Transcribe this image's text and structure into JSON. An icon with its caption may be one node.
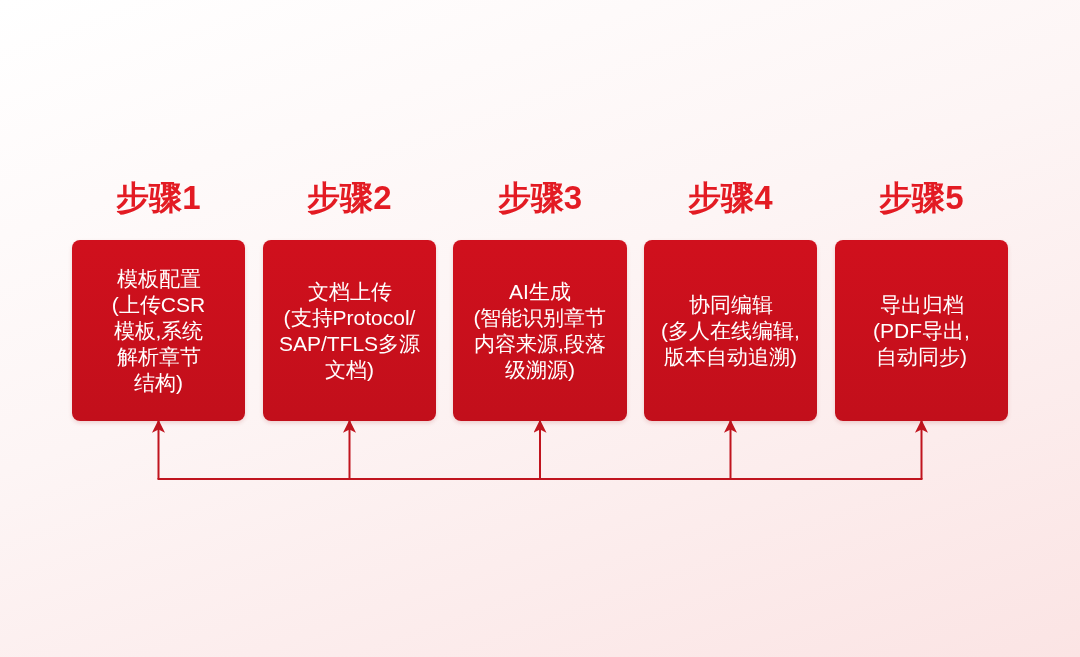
{
  "diagram": {
    "nodes": [
      {
        "text": [
          "步骤1",
          "模板配置",
          "(上传CSR模板,系统解析章节结构)"
        ]
      },
      {
        "text": [
          "步骤2",
          "文档上传",
          "(支持Protocol/SAP/TFLS多源文档)"
        ]
      },
      {
        "text": [
          "步骤3",
          "AI生成",
          "(智能识别章节内容来源,段落级溯源)"
        ]
      },
      {
        "text": [
          "步骤4",
          "协同编辑",
          "(多人在线编辑,版本自动追溯)"
        ]
      },
      {
        "text": [
          "步骤5",
          "导出归档",
          "(PDF导出,自动同步)"
        ]
      }
    ],
    "edges": [
      {
        "from": null,
        "to": 0,
        "arrow": "to"
      },
      {
        "from": null,
        "to": 1,
        "arrow": "to"
      },
      {
        "from": null,
        "to": 2,
        "arrow": "to"
      },
      {
        "from": null,
        "to": 3,
        "arrow": "to"
      },
      {
        "from": null,
        "to": 4,
        "arrow": "to"
      }
    ]
  }
}
